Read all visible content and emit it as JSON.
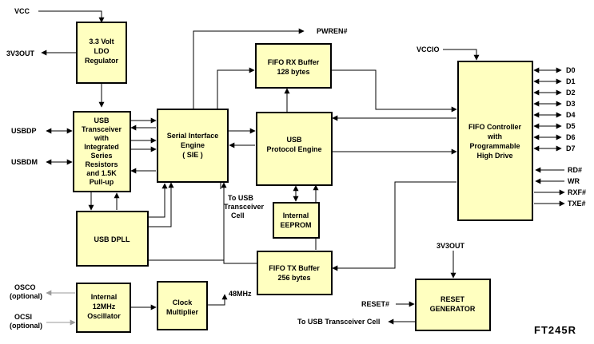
{
  "blocks": {
    "regulator": [
      "3.3 Volt",
      "LDO",
      "Regulator"
    ],
    "usb_transceiver": [
      "USB",
      "Transceiver",
      "with",
      "Integrated",
      "Series",
      "Resistors",
      "and 1.5K",
      "Pull-up"
    ],
    "sie": [
      "Serial Interface",
      "Engine",
      "( SIE )"
    ],
    "fifo_rx": [
      "FIFO RX Buffer",
      "128 bytes"
    ],
    "usb_protocol": [
      "USB",
      "Protocol Engine"
    ],
    "fifo_controller": [
      "FIFO Controller",
      "with",
      "Programmable",
      "High Drive"
    ],
    "usb_dpll": [
      "USB DPLL"
    ],
    "eeprom": [
      "Internal",
      "EEPROM"
    ],
    "fifo_tx": [
      "FIFO TX Buffer",
      "256 bytes"
    ],
    "oscillator": [
      "Internal",
      "12MHz",
      "Oscillator"
    ],
    "clock_mult": [
      "Clock",
      "Multiplier"
    ],
    "reset_gen": [
      "RESET",
      "GENERATOR"
    ]
  },
  "labels": {
    "vcc": "VCC",
    "v3v3out": "3V3OUT",
    "usbdp": "USBDP",
    "usbdm": "USBDM",
    "pwren": "PWREN#",
    "vccio": "VCCIO",
    "osco": [
      "OSCO",
      "(optional)"
    ],
    "osci": [
      "OCSI",
      "(optional)"
    ],
    "to_usb_cell": [
      "To USB",
      "Transceiver",
      "Cell"
    ],
    "mhz48": "48MHz",
    "reset_in": "RESET#",
    "reset_out": "To USB Transceiver Cell",
    "v3v3out_reset": "3V3OUT",
    "data_pins": [
      "D0",
      "D1",
      "D2",
      "D3",
      "D4",
      "D5",
      "D6",
      "D7"
    ],
    "ctrl_in": [
      "RD#",
      "WR"
    ],
    "ctrl_out": [
      "RXF#",
      "TXE#"
    ]
  },
  "title": "FT245R"
}
